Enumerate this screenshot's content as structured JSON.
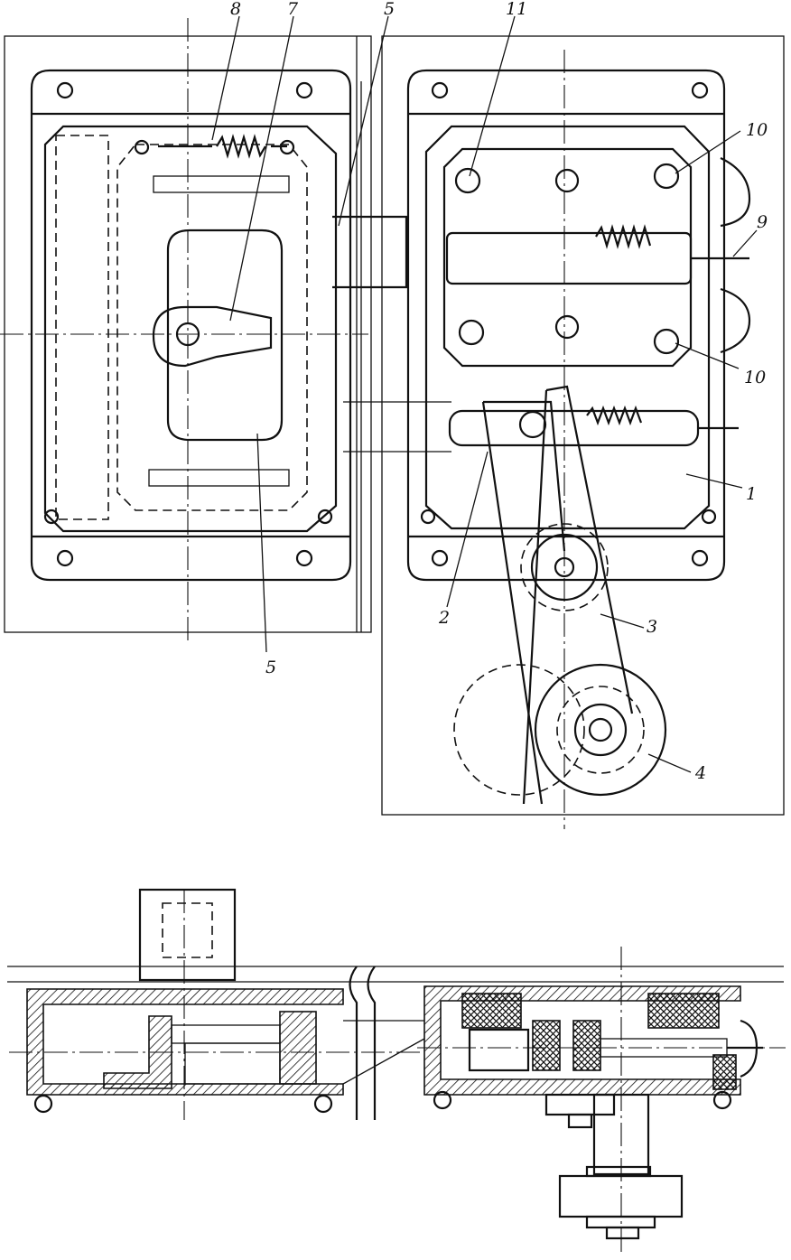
{
  "callouts": {
    "c1": "1",
    "c2": "2",
    "c3": "3",
    "c4": "4",
    "c5a": "5",
    "c5b": "5",
    "c5c": "5",
    "c7": "7",
    "c8": "8",
    "c9": "9",
    "c10a": "10",
    "c10b": "10",
    "c11": "11"
  }
}
